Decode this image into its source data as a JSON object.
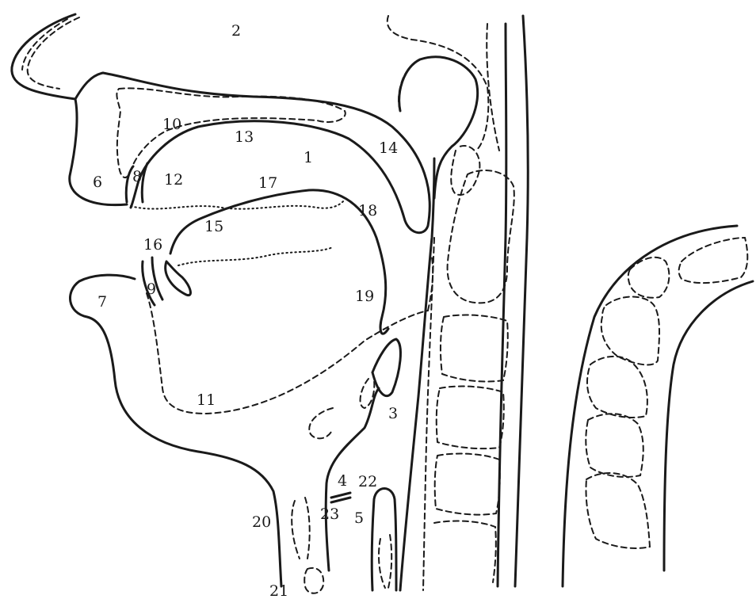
{
  "diagram": {
    "labels": [
      {
        "id": "1",
        "text": "1"
      },
      {
        "id": "2",
        "text": "2"
      },
      {
        "id": "3",
        "text": "3"
      },
      {
        "id": "4",
        "text": "4"
      },
      {
        "id": "5",
        "text": "5"
      },
      {
        "id": "6",
        "text": "6"
      },
      {
        "id": "7",
        "text": "7"
      },
      {
        "id": "8",
        "text": "8"
      },
      {
        "id": "9",
        "text": "9"
      },
      {
        "id": "10",
        "text": "10"
      },
      {
        "id": "11",
        "text": "11"
      },
      {
        "id": "12",
        "text": "12"
      },
      {
        "id": "13",
        "text": "13"
      },
      {
        "id": "14",
        "text": "14"
      },
      {
        "id": "15",
        "text": "15"
      },
      {
        "id": "16",
        "text": "16"
      },
      {
        "id": "17",
        "text": "17"
      },
      {
        "id": "18",
        "text": "18"
      },
      {
        "id": "19",
        "text": "19"
      },
      {
        "id": "20",
        "text": "20"
      },
      {
        "id": "21",
        "text": "21"
      },
      {
        "id": "22",
        "text": "22"
      },
      {
        "id": "23",
        "text": "23"
      }
    ]
  }
}
